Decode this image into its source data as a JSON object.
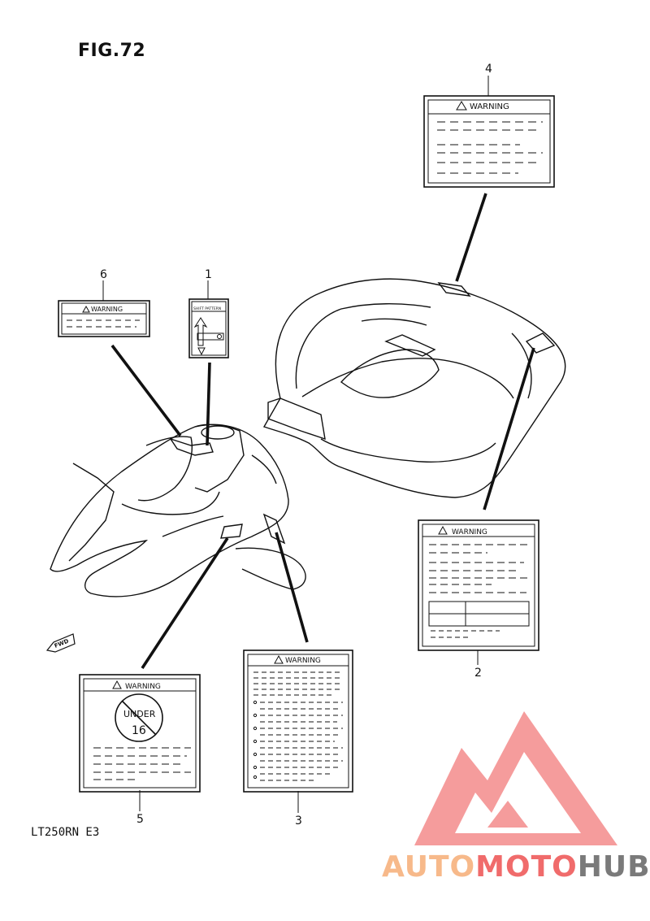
{
  "figure": {
    "title": "FIG.72",
    "model_code": "LT250RN  E3"
  },
  "callouts": [
    {
      "number": "1"
    },
    {
      "number": "2"
    },
    {
      "number": "3"
    },
    {
      "number": "4"
    },
    {
      "number": "5"
    },
    {
      "number": "6"
    }
  ],
  "labels": {
    "warning_text": "WARNING",
    "shift_label_text": "SHIFT PATTERN",
    "age_label_text_top": "UNDER",
    "age_label_text_num": "16",
    "fwd_text": "FWD"
  },
  "watermark": {
    "part1": "AUTO",
    "part2": "MOTO",
    "part3": "HUB",
    "colors": {
      "auto": "#f7b98a",
      "moto": "#f06b6b",
      "hub": "#7a7a7a",
      "triangle": "#f27b7b"
    }
  }
}
